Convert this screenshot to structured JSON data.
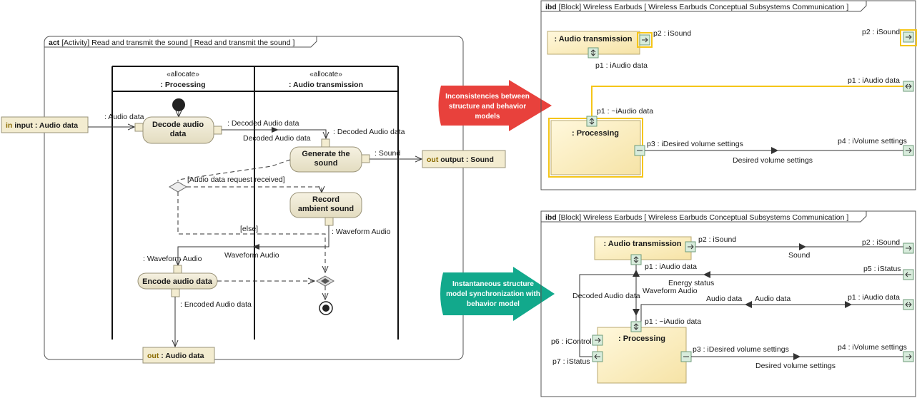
{
  "colors": {
    "action_fill": "#ede7cf",
    "action_stroke": "#9a9378",
    "block_fill": "#fbedc0",
    "block_stroke": "#b9a870",
    "port_fill": "#d8ecdc",
    "port_stroke": "#6e9b7a",
    "highlight": "#f5c518",
    "red_arrow": "#e8413c",
    "teal_arrow": "#12a98c",
    "frame_stroke": "#555555"
  },
  "activity": {
    "frame_kind": "act",
    "frame_title": "[Activity] Read and transmit the sound [ Read and transmit the sound ]",
    "lane1_stereo": "«allocate»",
    "lane1_name": ": Processing",
    "lane2_stereo": "«allocate»",
    "lane2_name": ": Audio transmission",
    "param_in_kw": "in",
    "param_in_name": "input : Audio data",
    "param_out1_kw": "out",
    "param_out1_name": "output : Sound",
    "param_out2_kw": "out",
    "param_out2_name": ": Audio data",
    "action_decode": [
      "Decode audio",
      "data"
    ],
    "action_generate": [
      "Generate the",
      "sound"
    ],
    "action_record": [
      "Record",
      "ambient sound"
    ],
    "action_encode": "Encode audio data",
    "pin_audio_data_in": ": Audio data",
    "pin_decoded_out": ": Decoded Audio data",
    "flow_decoded": "Decoded Audio data",
    "pin_decoded_in": ": Decoded Audio data",
    "pin_sound": ": Sound",
    "guard_request": "[Audio data request received]",
    "guard_else": "[else]",
    "pin_waveform_out": ": Waveform Audio",
    "flow_waveform": "Waveform Audio",
    "pin_waveform_in": ": Waveform Audio",
    "pin_encoded": ": Encoded Audio data"
  },
  "ibd_top": {
    "frame_kind": "ibd",
    "frame_title": "[Block] Wireless Earbuds [ Wireless Earbuds Conceptual Subsystems Communication ]",
    "audio_tx": ": Audio transmission",
    "processing": ": Processing",
    "p2_isound": "p2 : iSound",
    "p2_isound_right": "p2 : iSound",
    "p1_iaudio": "p1 : iAudio data",
    "p1_iaudio_right": "p1 : iAudio data",
    "p1_conj": "p1 : ~iAudio data",
    "p3": "p3 : iDesired volume settings",
    "p4": "p4 : iVolume settings",
    "flow_desired": "Desired volume settings"
  },
  "ibd_bottom": {
    "frame_kind": "ibd",
    "frame_title": "[Block] Wireless Earbuds [ Wireless Earbuds Conceptual Subsystems Communication ]",
    "audio_tx": ": Audio transmission",
    "processing": ": Processing",
    "p2_isound": "p2 : iSound",
    "p2_isound_right": "p2 : iSound",
    "flow_sound": "Sound",
    "p1_iaudio": "p1 : iAudio data",
    "p5": "p5 : iStatus",
    "flow_energy": "Energy status",
    "flow_decoded": "Decoded Audio data",
    "flow_waveform": "Waveform Audio",
    "flow_audio1": "Audio data",
    "flow_audio2": "Audio data",
    "p1_iaudio_right": "p1 : iAudio data",
    "p1_conj": "p1 : ~iAudio data",
    "p6": "p6 : iControl",
    "p7": "p7 : iStatus",
    "p3": "p3 : iDesired volume settings",
    "p4": "p4 : iVolume settings",
    "flow_desired": "Desired volume settings"
  },
  "callouts": {
    "red": [
      "Inconsistencies between",
      "structure and behavior",
      "models"
    ],
    "teal": [
      "Instantaneous structure",
      "model synchronization with",
      "behavior model"
    ]
  }
}
